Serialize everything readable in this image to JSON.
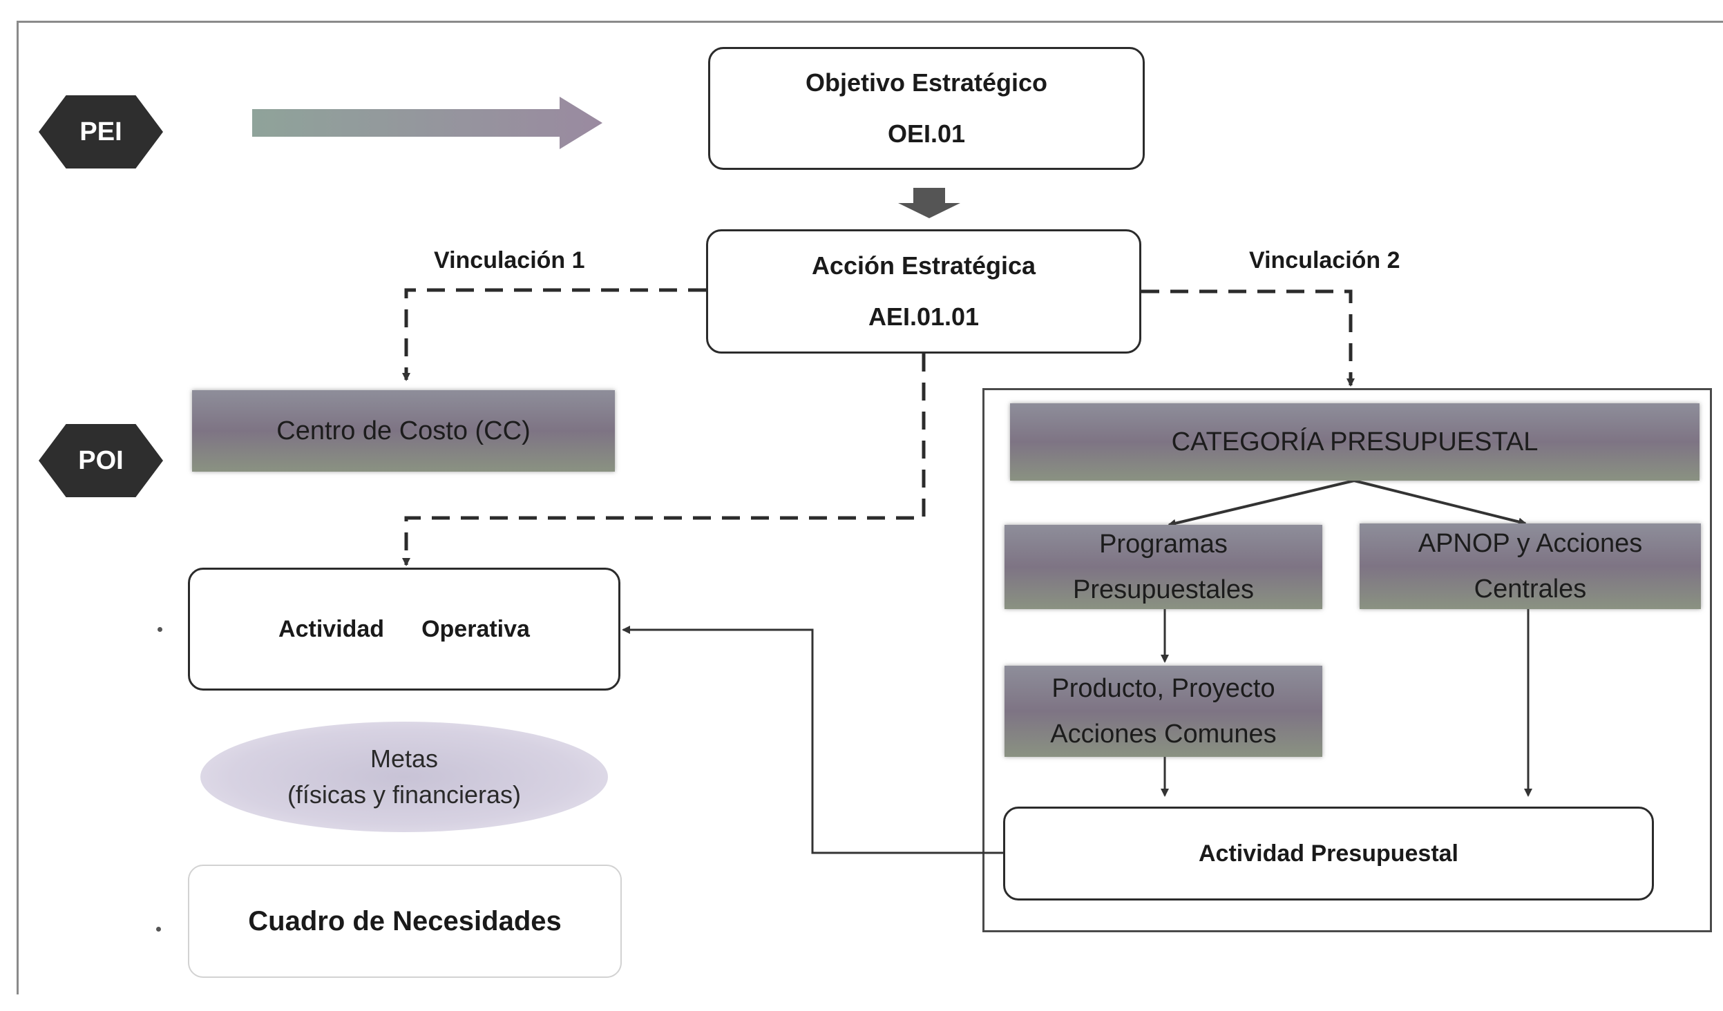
{
  "pei_badge": "PEI",
  "poi_badge": "POI",
  "objetivo": {
    "line1": "Objetivo Estratégico",
    "line2": "OEI.01"
  },
  "accion": {
    "line1": "Acción Estratégica",
    "line2": "AEI.01.01"
  },
  "vinculacion1": "Vinculación 1",
  "vinculacion2": "Vinculación 2",
  "centro_costo": "Centro de Costo (CC)",
  "categoria": "CATEGORÍA PRESUPUESTAL",
  "programas": {
    "line1": "Programas",
    "line2": "Presupuestales"
  },
  "apnop": {
    "line1": "APNOP y Acciones",
    "line2": "Centrales"
  },
  "producto": {
    "line1": "Producto, Proyecto",
    "line2": "Acciones Comunes"
  },
  "actividad_operativa": {
    "word1": "Actividad",
    "word2": "Operativa"
  },
  "metas": {
    "line1": "Metas",
    "line2": "(físicas y financieras)"
  },
  "actividad_presupuestal": "Actividad Presupuestal",
  "cuadro": "Cuadro de Necesidades",
  "colors": {
    "badge": "#2e2e2e",
    "box_border": "#2b2b2b",
    "category_fill": "#857c8a",
    "ellipse": "#cfcadc"
  }
}
